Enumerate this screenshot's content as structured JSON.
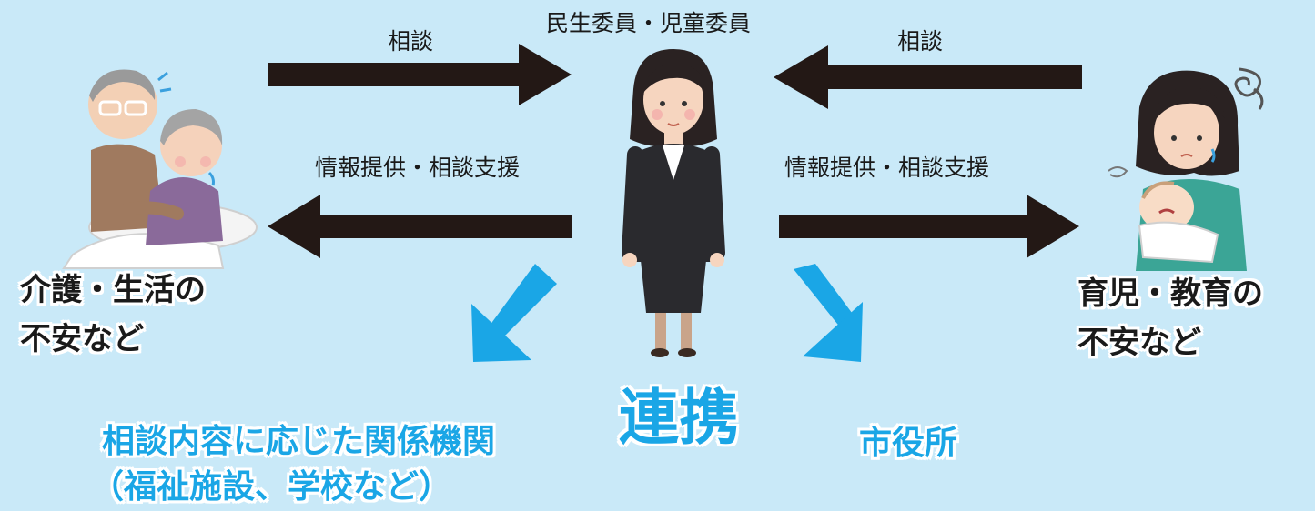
{
  "center": {
    "role_label": "民生委員・児童委員",
    "link_label": "連携"
  },
  "left": {
    "consult_label": "相談",
    "support_label": "情報提供・相談支援",
    "concern_line1": "介護・生活の",
    "concern_line2": "不安など"
  },
  "right": {
    "consult_label": "相談",
    "support_label": "情報提供・相談支援",
    "concern_line1": "育児・教育の",
    "concern_line2": "不安など"
  },
  "bottom": {
    "agencies_line1": "相談内容に応じた関係機関",
    "agencies_line2": "（福祉施設、学校など）",
    "city_office": "市役所"
  },
  "colors": {
    "background": "#c9e9f8",
    "arrow_dark": "#231815",
    "arrow_blue": "#1aa6e6",
    "label_blue": "#1aa6e6"
  }
}
